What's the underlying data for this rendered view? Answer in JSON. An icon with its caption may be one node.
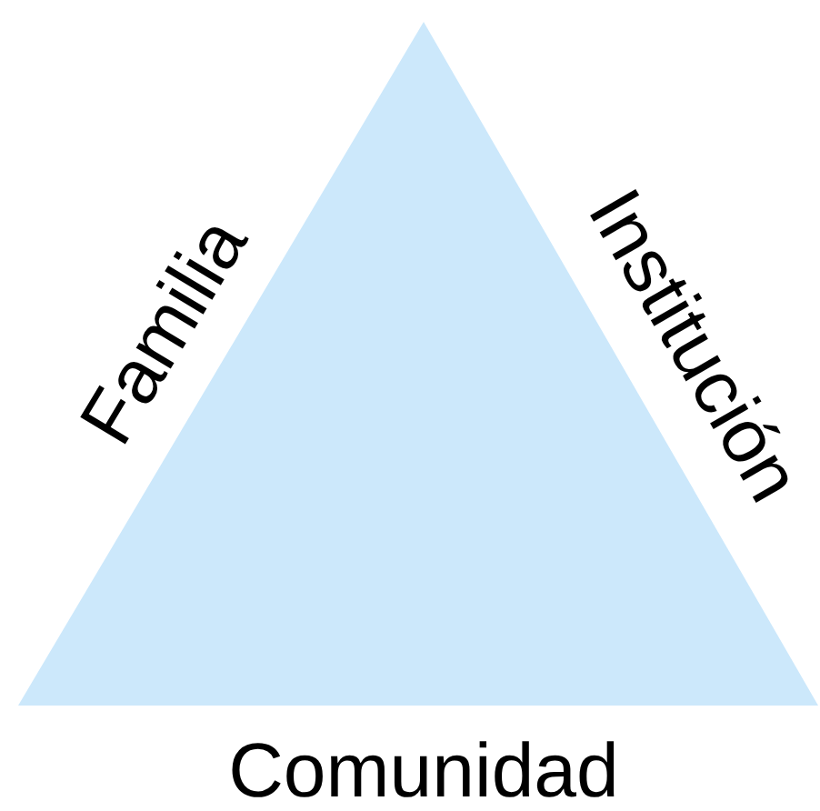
{
  "diagram": {
    "nodes": [
      {
        "text": [],
        "shape": "triangle",
        "beside": [
          "Familia",
          "Institución",
          "Comunidad"
        ]
      }
    ]
  }
}
